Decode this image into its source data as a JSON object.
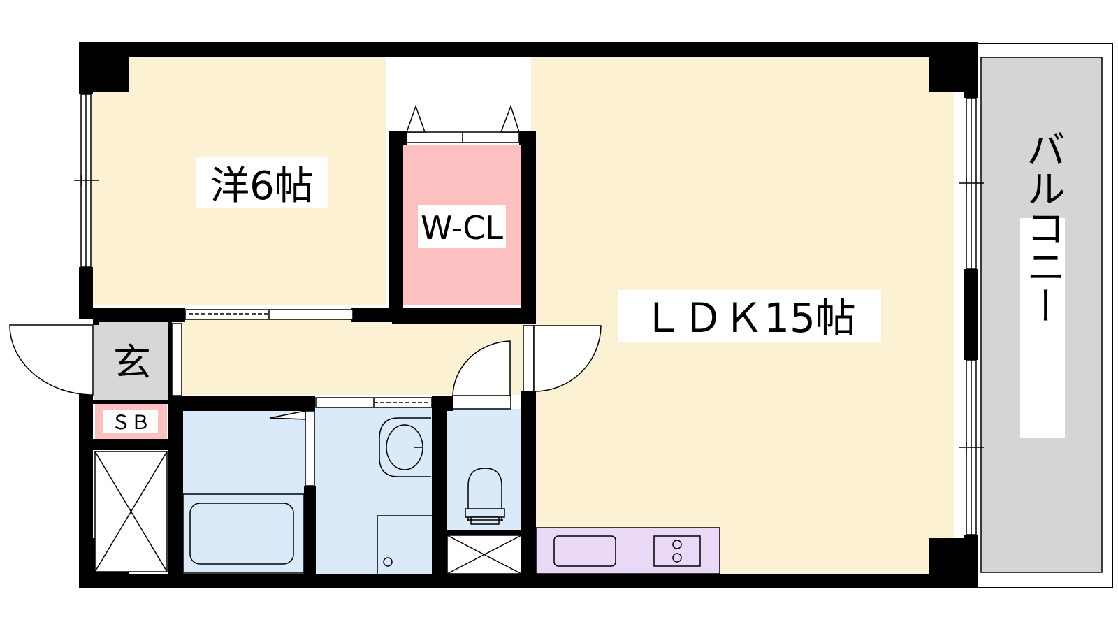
{
  "rooms": {
    "western_room": "洋6帖",
    "walk_in_closet": "W-CL",
    "ldk": "ＬＤＫ15帖",
    "entrance": "玄",
    "shoe_box": "ＳＢ",
    "balcony": "バルコニー"
  },
  "colors": {
    "wall": "#000000",
    "floor": "#fdf1d4",
    "closet": "#fdc0c1",
    "wet_area": "#dbeaf9",
    "entrance": "#d7d7d7",
    "shoe_box": "#fdc0c1",
    "kitchen": "#ead9f6",
    "balcony": "#d5d5d5"
  }
}
